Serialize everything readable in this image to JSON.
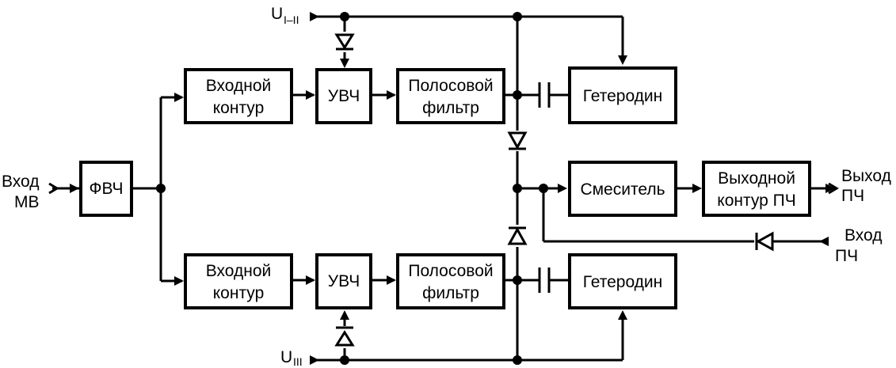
{
  "inputs": {
    "mv": [
      "Вход",
      "МВ"
    ],
    "if_in": [
      "Вход",
      "ПЧ"
    ]
  },
  "outputs": {
    "if_out": [
      "Выход",
      "ПЧ"
    ]
  },
  "supply": {
    "u12_main": "U",
    "u12_sub": "I–II",
    "u3_main": "U",
    "u3_sub": "III"
  },
  "blocks": {
    "fvch": [
      "ФВЧ"
    ],
    "input_circuit_top": [
      "Входной",
      "контур"
    ],
    "uvch_top": [
      "УВЧ"
    ],
    "bandpass_top": [
      "Полосовой",
      "фильтр"
    ],
    "heterodyne_top": [
      "Гетеродин"
    ],
    "mixer": [
      "Смеситель"
    ],
    "output_circuit": [
      "Выходной",
      "контур ПЧ"
    ],
    "input_circuit_bottom": [
      "Входной",
      "контур"
    ],
    "uvch_bottom": [
      "УВЧ"
    ],
    "bandpass_bottom": [
      "Полосовой",
      "фильтр"
    ],
    "heterodyne_bottom": [
      "Гетеродин"
    ]
  }
}
